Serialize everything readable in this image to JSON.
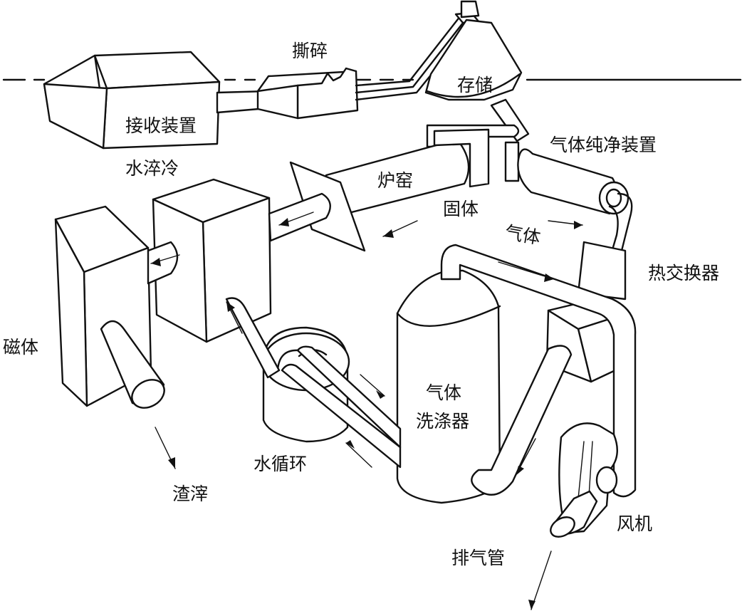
{
  "labels": {
    "receiving_unit": "接收装置",
    "shredding": "撕碎",
    "storage": "存储",
    "gas_purification_unit": "气体纯净装置",
    "water_quench": "水淬冷",
    "kiln": "炉窑",
    "solids": "固体",
    "gas": "气体",
    "heat_exchanger": "热交换器",
    "magnetic": "磁体",
    "gas_scrubber_line1": "气体",
    "gas_scrubber_line2": "洗涤器",
    "water_circulation": "水循环",
    "slag": "渣滓",
    "fan": "风机",
    "exhaust_pipe": "排气管"
  }
}
